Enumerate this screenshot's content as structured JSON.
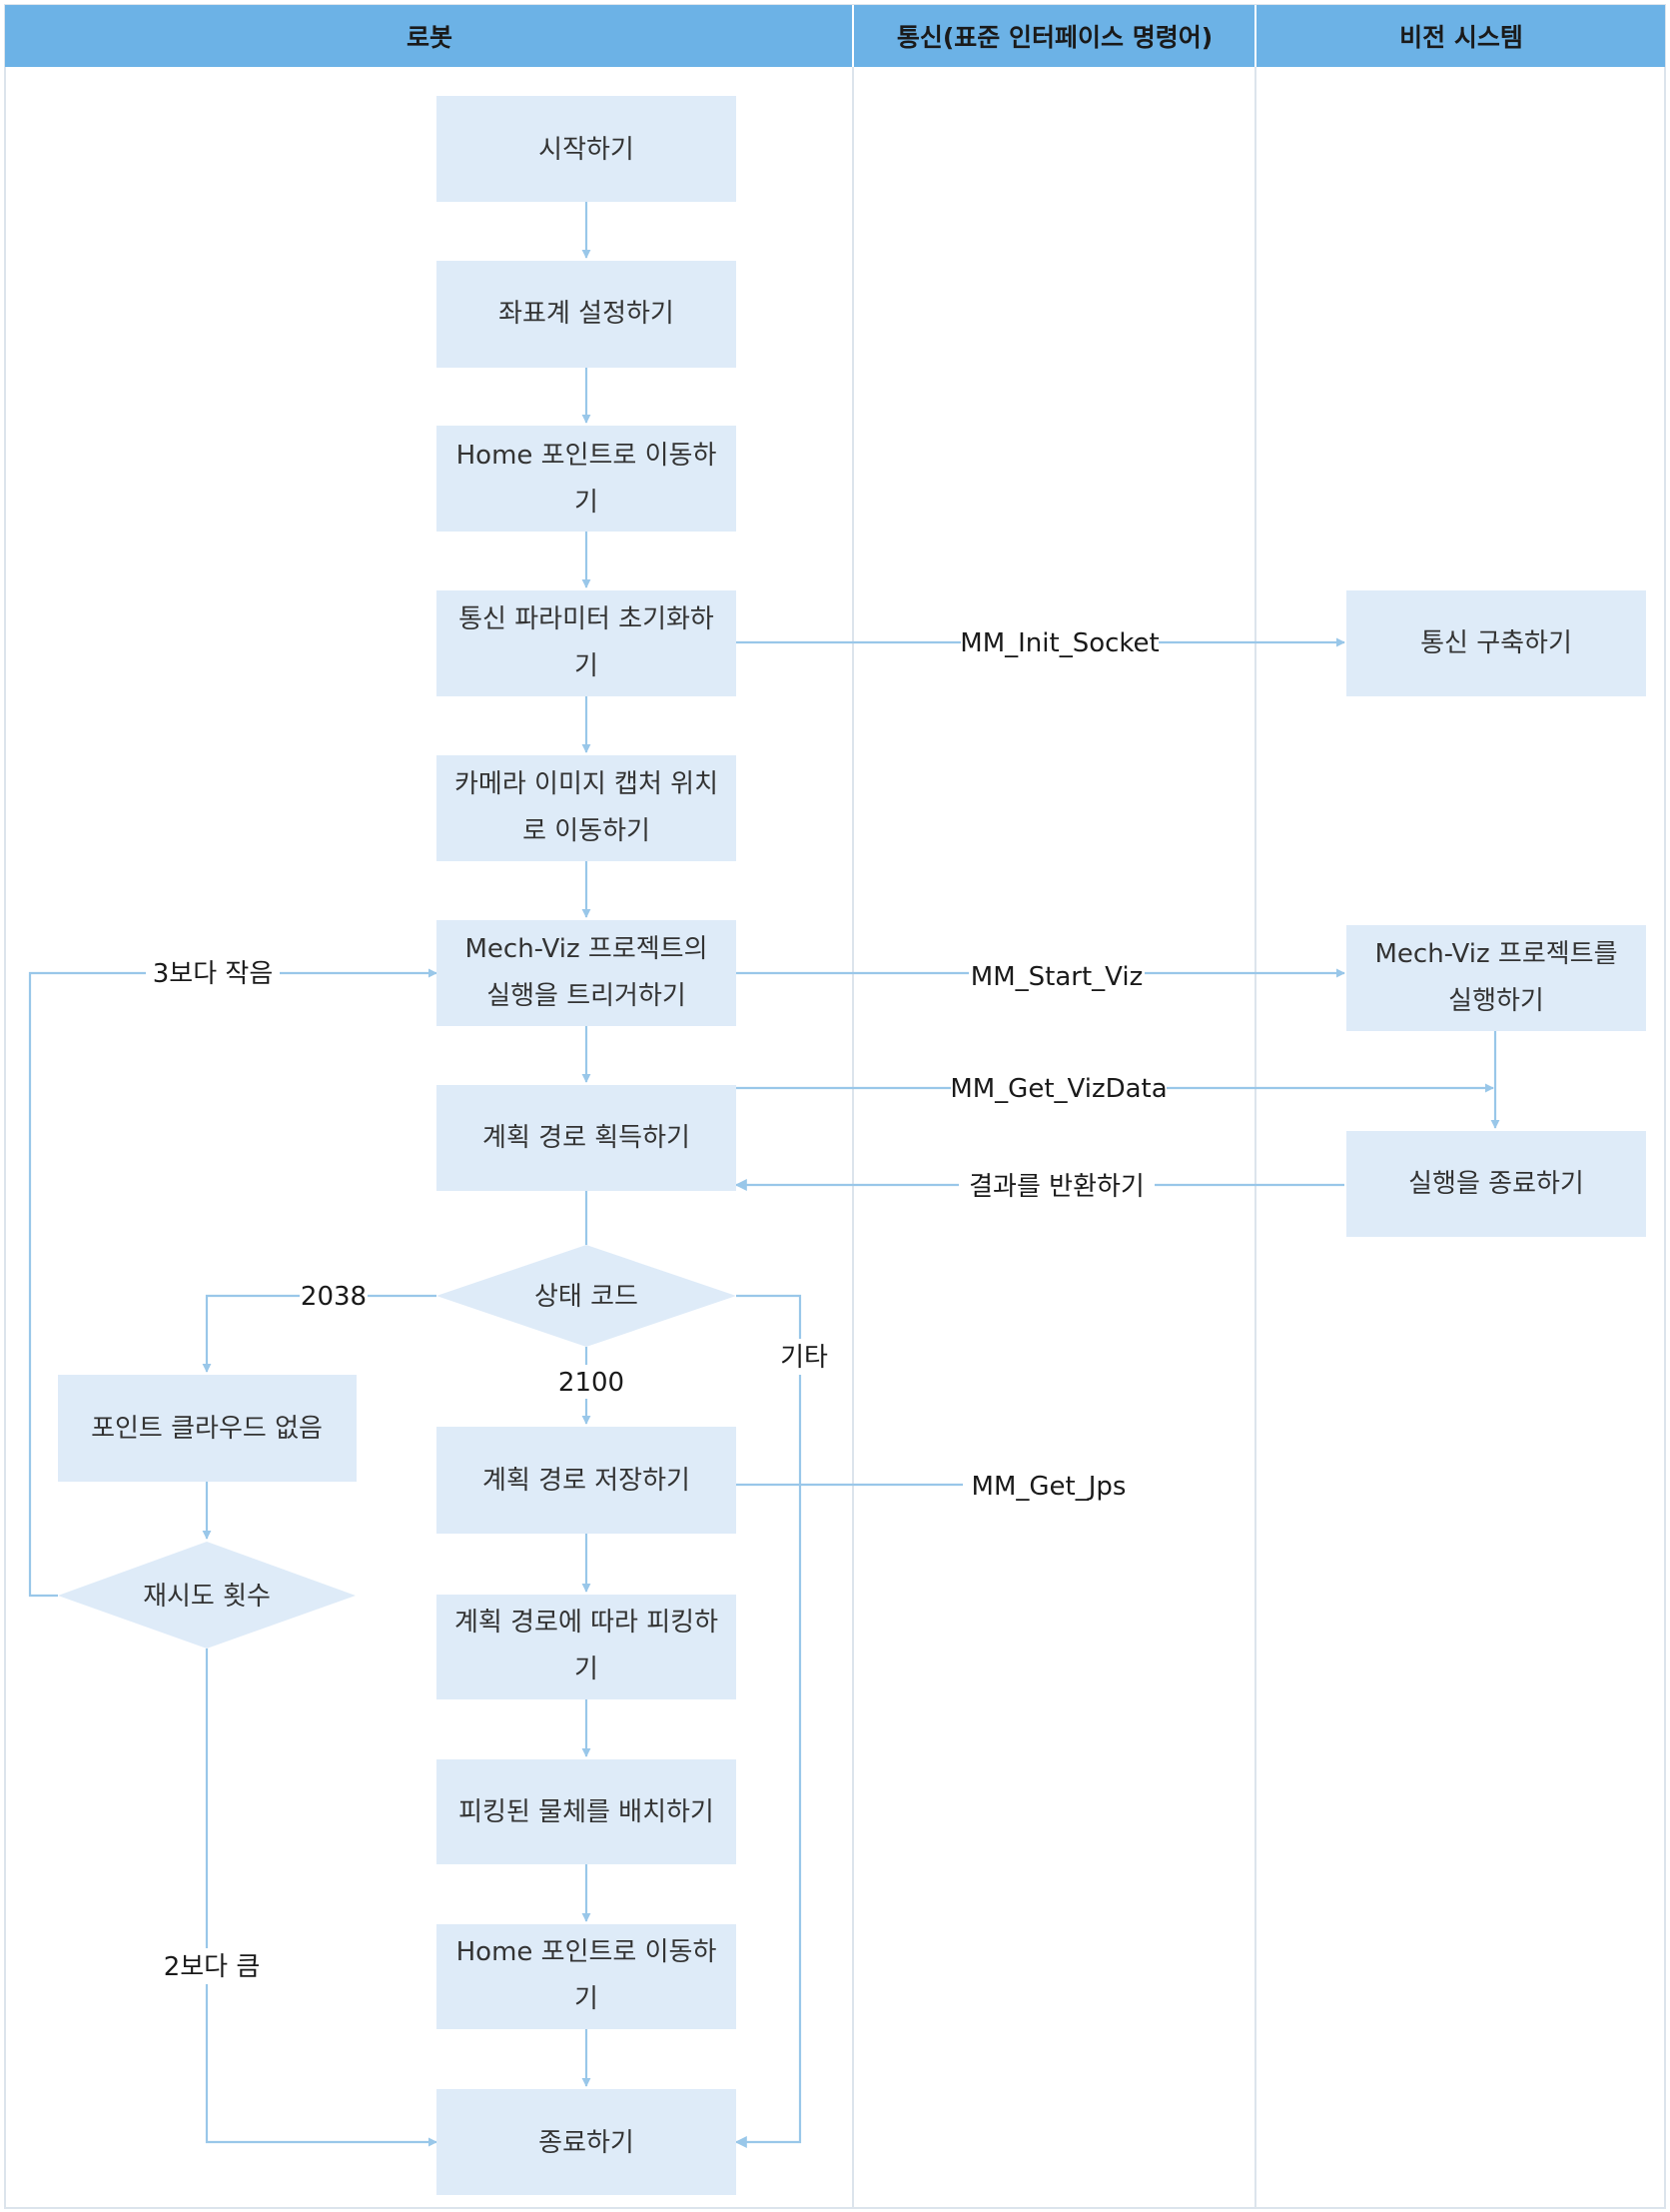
{
  "lanes": [
    {
      "id": "robot",
      "title": "로봇"
    },
    {
      "id": "comm",
      "title": "통신(표준 인터페이스 명령어)"
    },
    {
      "id": "vision",
      "title": "비전 시스템"
    }
  ],
  "nodes": {
    "start": [
      "시작하기"
    ],
    "set_coord": [
      "좌표계 설정하기"
    ],
    "move_home_1": [
      "Home 포인트로 이동하",
      "기"
    ],
    "init_comm": [
      "통신 파라미터 초기화하",
      "기"
    ],
    "move_capture": [
      "카메라 이미지 캡처 위치",
      "로 이동하기"
    ],
    "trigger_viz": [
      "Mech-Viz 프로젝트의",
      "실행을 트리거하기"
    ],
    "get_path": [
      "계획 경로 획득하기"
    ],
    "status_code": [
      "상태 코드"
    ],
    "no_cloud": [
      "포인트 클라우드 없음"
    ],
    "retry_count": [
      "재시도 횟수"
    ],
    "save_path": [
      "계획 경로 저장하기"
    ],
    "pick_path": [
      "계획 경로에 따라 피킹하",
      "기"
    ],
    "place_obj": [
      "피킹된 물체를 배치하기"
    ],
    "move_home_2": [
      "Home 포인트로 이동하",
      "기"
    ],
    "end": [
      "종료하기"
    ],
    "establish_comm": [
      "통신 구축하기"
    ],
    "run_viz": [
      "Mech-Viz 프로젝트를",
      "실행하기"
    ],
    "finish_run": [
      "실행을 종료하기"
    ]
  },
  "edge_labels": {
    "mm_init_socket": "MM_Init_Socket",
    "mm_start_viz": "MM_Start_Viz",
    "mm_get_vizdata": "MM_Get_VizData",
    "return_result": "결과를 반환하기",
    "code_2038": "2038",
    "code_2100": "2100",
    "other": "기타",
    "mm_get_jps": "MM_Get_Jps",
    "less_than_3": "3보다 작음",
    "greater_than_2": "2보다 큼"
  },
  "colors": {
    "header": "#6cb2e6",
    "node_fill": "#deebf8",
    "edge": "#99c7e9",
    "border": "#dce4ec"
  }
}
